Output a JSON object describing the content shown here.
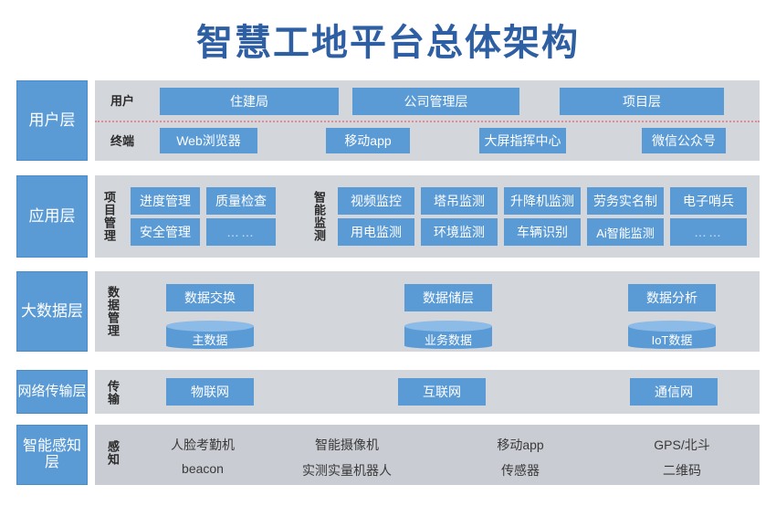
{
  "title": "智慧工地平台总体架构",
  "theme": {
    "accent_blue": "#5b9bd5",
    "title_blue": "#2e5fa3",
    "panel_gray": "#d3d6db",
    "panel_gray_dark": "#c9ccd2",
    "divider_pink": "#e08a96",
    "cylinder_top": "#8dbbe8"
  },
  "layers": [
    {
      "id": "user",
      "label": "用户层",
      "groups": [
        {
          "side_label": "用户",
          "nodes": [
            "住建局",
            "公司管理层",
            "项目层"
          ]
        },
        {
          "side_label": "终端",
          "nodes": [
            "Web浏览器",
            "移动app",
            "大屏指挥中心",
            "微信公众号"
          ]
        }
      ]
    },
    {
      "id": "application",
      "label": "应用层",
      "groups": [
        {
          "side_label": "项目管理",
          "rows": [
            [
              "进度管理",
              "质量检查"
            ],
            [
              "安全管理",
              "……"
            ]
          ]
        },
        {
          "side_label": "智能监测",
          "rows": [
            [
              "视频监控",
              "塔吊监测",
              "升降机监测",
              "劳务实名制",
              "电子哨兵"
            ],
            [
              "用电监测",
              "环境监测",
              "车辆识别",
              "Ai智能监测",
              "……"
            ]
          ]
        }
      ]
    },
    {
      "id": "bigdata",
      "label": "大数据层",
      "groups": [
        {
          "side_label": "数据管理",
          "columns": [
            {
              "box": "数据交换",
              "cylinder": "主数据"
            },
            {
              "box": "数据储层",
              "cylinder": "业务数据"
            },
            {
              "box": "数据分析",
              "cylinder": "IoT数据"
            }
          ]
        }
      ]
    },
    {
      "id": "network",
      "label": "网络传输层",
      "groups": [
        {
          "side_label": "传输",
          "nodes": [
            "物联网",
            "互联网",
            "通信网"
          ]
        }
      ]
    },
    {
      "id": "perception",
      "label": "智能感知层",
      "groups": [
        {
          "side_label": "感知",
          "columns": [
            [
              "人脸考勤机",
              "beacon"
            ],
            [
              "智能摄像机",
              "实测实量机器人"
            ],
            [
              "移动app",
              "传感器"
            ],
            [
              "GPS/北斗",
              "二维码"
            ]
          ]
        }
      ]
    }
  ]
}
